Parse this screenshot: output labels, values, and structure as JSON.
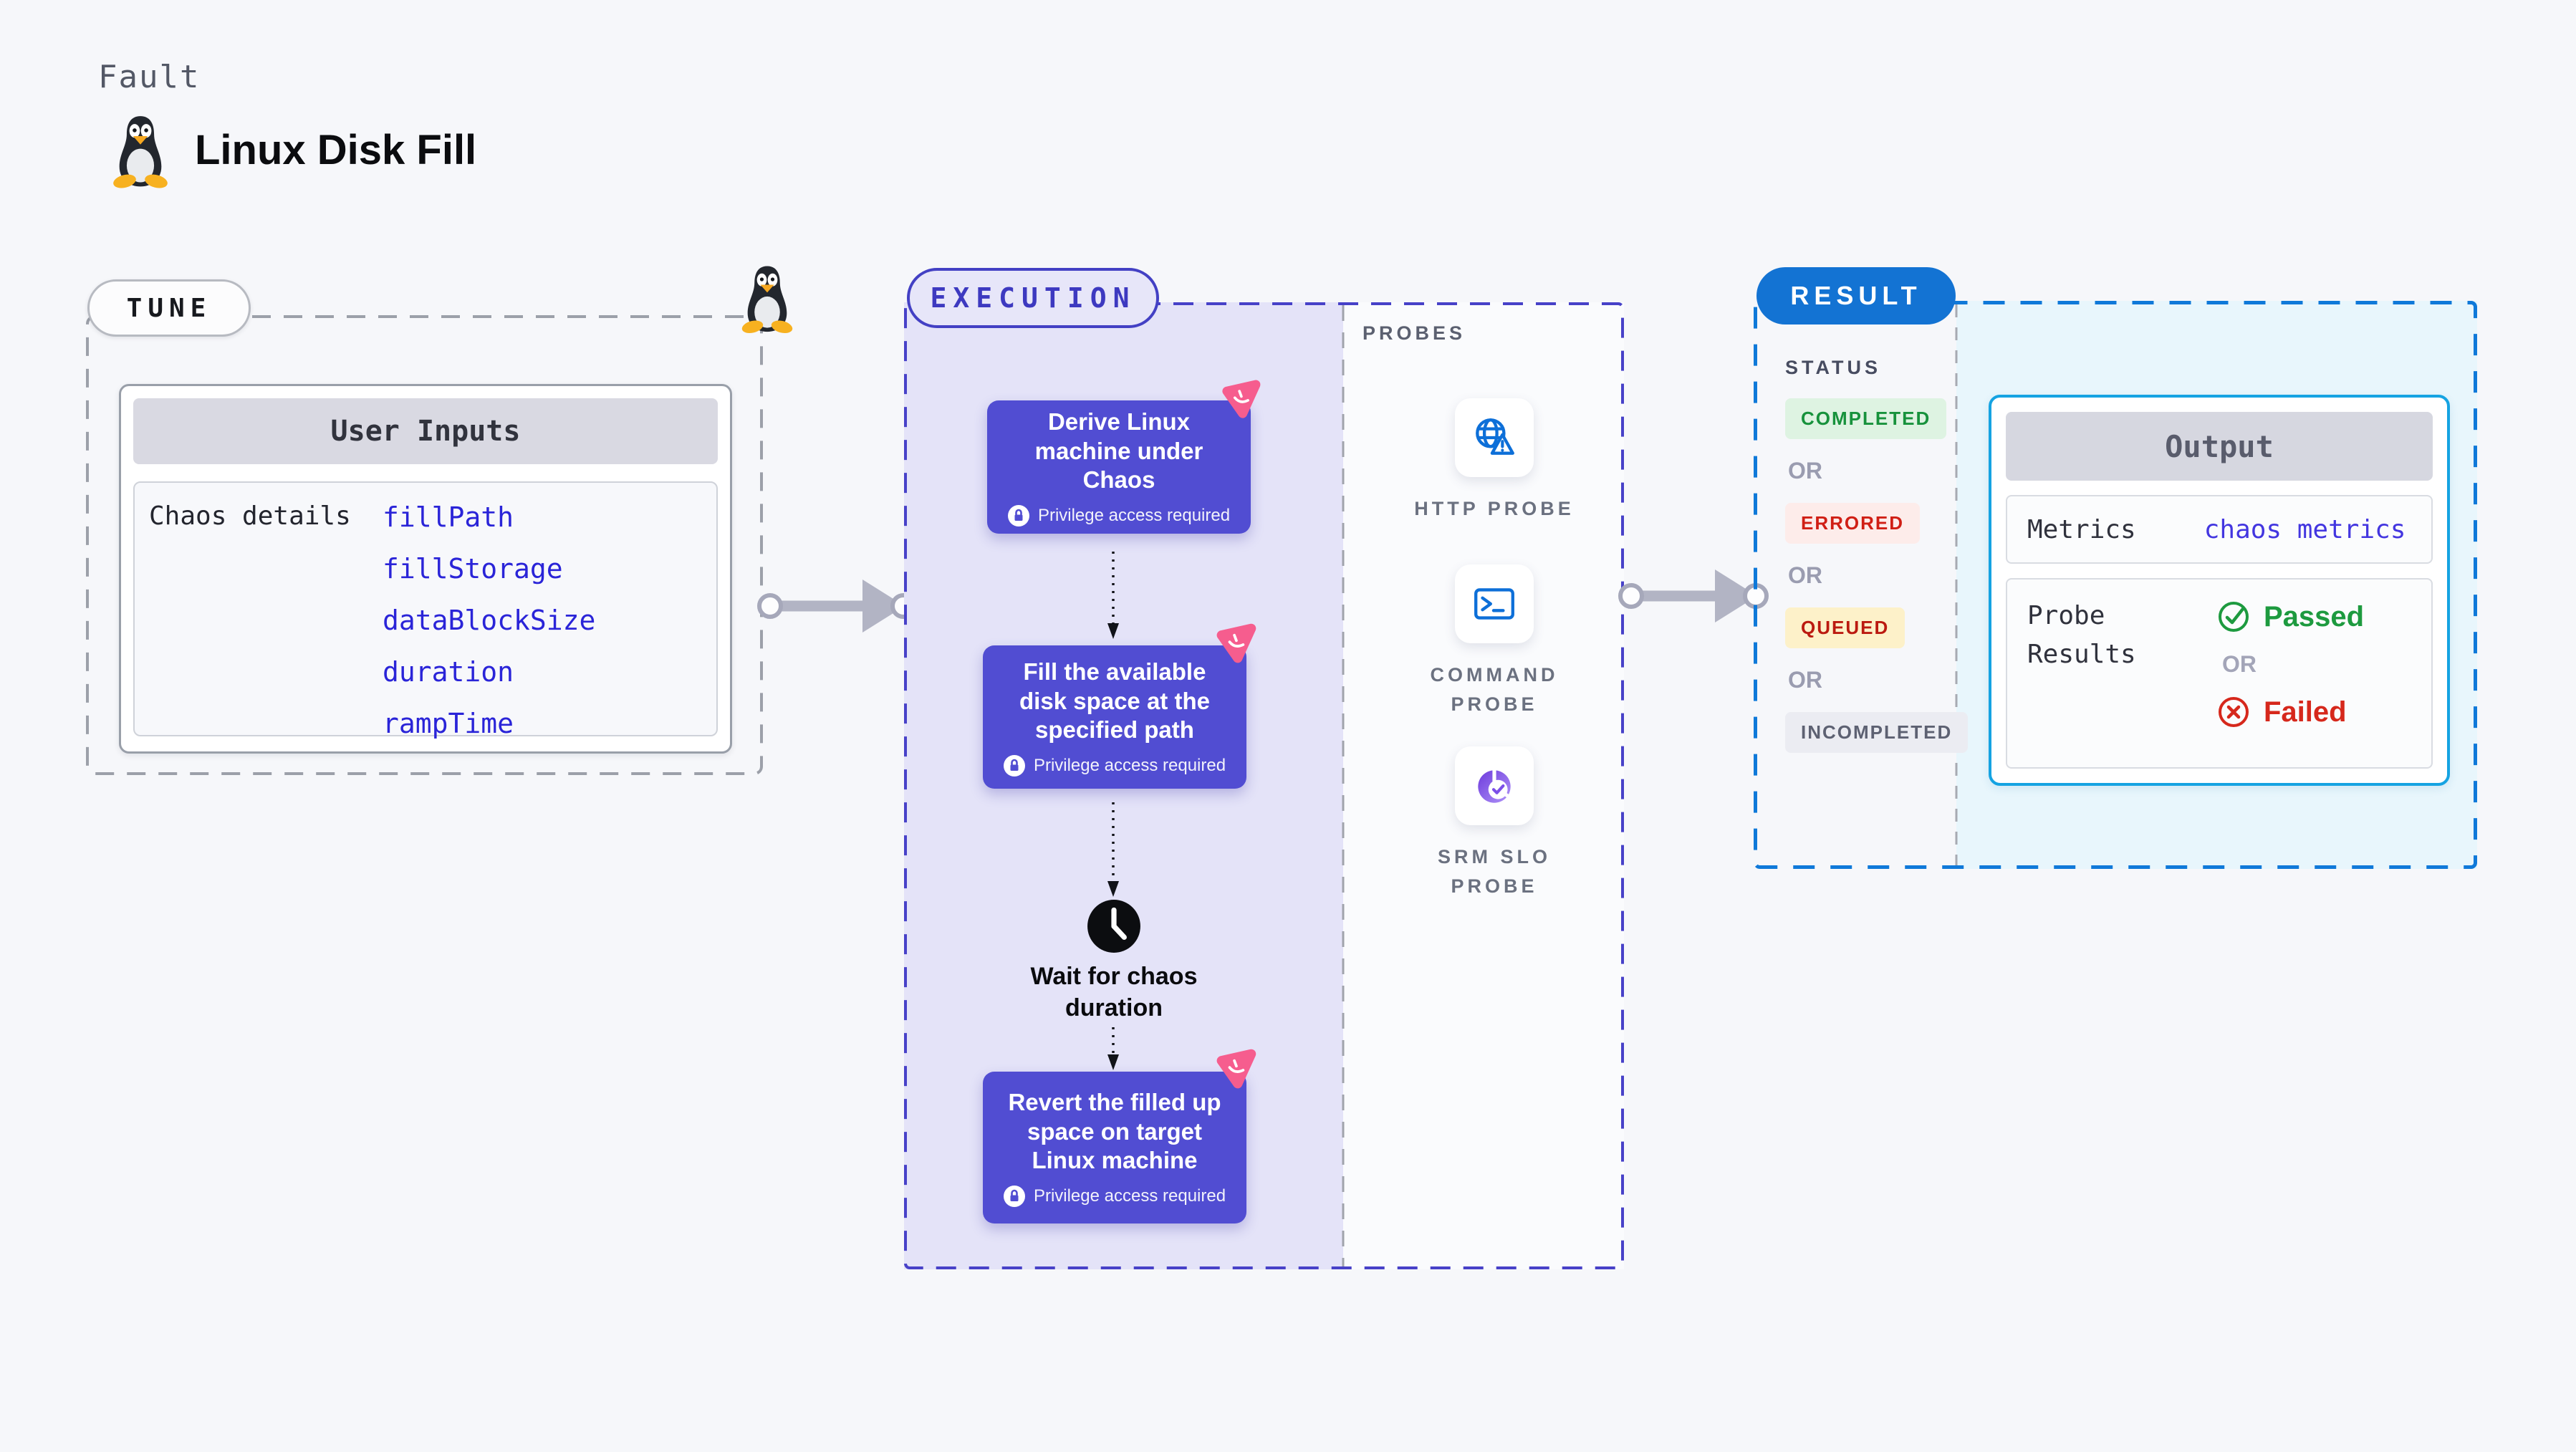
{
  "page": {
    "fault_label": "Fault",
    "title": "Linux Disk Fill"
  },
  "tune": {
    "pill_label": "TUNE",
    "card": {
      "header": "User Inputs",
      "row_label": "Chaos details",
      "inputs": [
        "fillPath",
        "fillStorage",
        "dataBlockSize",
        "duration",
        "rampTime"
      ]
    }
  },
  "execution": {
    "pill_label": "EXECUTION",
    "privilege_badge": "Privilege access required",
    "steps": [
      {
        "lines": [
          "Derive Linux",
          "machine under",
          "Chaos"
        ]
      },
      {
        "lines": [
          "Fill the available",
          "disk space at the",
          "specified path"
        ]
      },
      {
        "lines": [
          "Revert the filled up",
          "space on target",
          "Linux machine"
        ]
      }
    ],
    "wait": {
      "lines": [
        "Wait for chaos",
        "duration"
      ]
    }
  },
  "probes": {
    "section_label": "PROBES",
    "items": [
      {
        "label": "HTTP PROBE",
        "icon": "globe-warning-icon"
      },
      {
        "label": "COMMAND PROBE",
        "icon": "terminal-icon"
      },
      {
        "label": "SRM SLO PROBE",
        "icon": "slo-gauge-icon"
      }
    ]
  },
  "result": {
    "pill_label": "RESULT",
    "status_label": "STATUS",
    "or_label": "OR",
    "statuses": [
      {
        "label": "COMPLETED",
        "type": "completed"
      },
      {
        "label": "ERRORED",
        "type": "errored"
      },
      {
        "label": "QUEUED",
        "type": "queued"
      },
      {
        "label": "INCOMPLETED",
        "type": "incompleted"
      }
    ],
    "output": {
      "header": "Output",
      "metrics_label": "Metrics",
      "metrics_link": "chaos metrics",
      "probe_results_label": "Probe Results",
      "passed_label": "Passed",
      "or_label": "OR",
      "failed_label": "Failed"
    }
  },
  "icons": {
    "penguin": "linux-penguin-icon",
    "lock": "lock-icon",
    "clock": "clock-icon",
    "chaos_corner": "chaos-step-icon",
    "http": "globe-warning-icon",
    "command": "terminal-icon",
    "srm": "slo-gauge-icon",
    "passed": "check-circle-icon",
    "failed": "x-circle-icon"
  },
  "colors": {
    "step_indigo": "#514dd2",
    "execution_bg": "#e4e3f8",
    "execution_border": "#4741c8",
    "chaos_pink": "#f65d8e",
    "probe_blue": "#0d6fd8",
    "result_blue": "#1373d3",
    "result_border": "#0f79d9",
    "output_border": "#15a3e2",
    "result_right_bg": "#e8f6fc",
    "passed_green": "#1d9a3f",
    "failed_red": "#d6281c",
    "input_link_blue": "#2a24d8"
  }
}
